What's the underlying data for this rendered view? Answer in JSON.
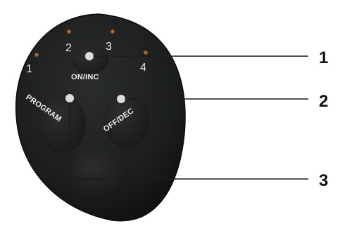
{
  "remote": {
    "body_color": "#1a1d1b",
    "led_color": "#b86a2a",
    "indicator_labels": [
      "1",
      "2",
      "3",
      "4"
    ],
    "buttons": {
      "on_inc": "ON/INC",
      "off_dec": "OFF/DEC",
      "program": "PROGRAM"
    }
  },
  "callouts": [
    "1",
    "2",
    "3"
  ]
}
